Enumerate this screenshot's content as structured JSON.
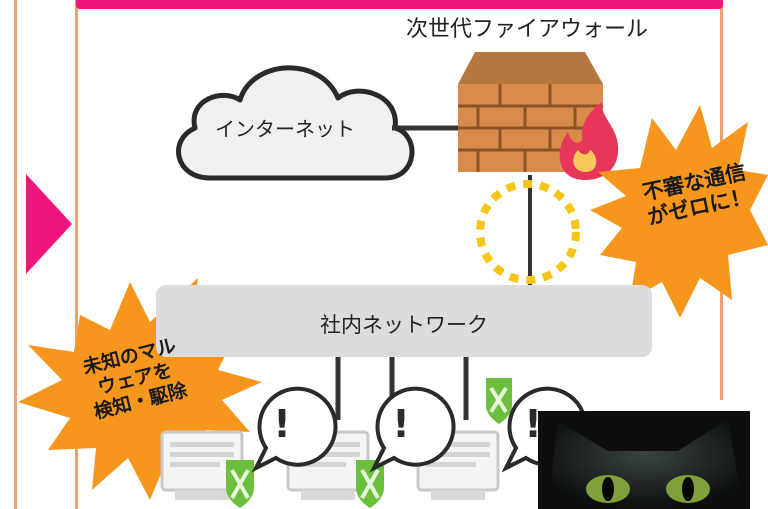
{
  "diagram": {
    "firewall_label": "次世代ファイアウォール",
    "cloud_label": "インターネット",
    "network_label": "社内ネットワーク",
    "burst_right": {
      "line1": "不審な通信",
      "line2": "がゼロに！"
    },
    "burst_left": {
      "line1": "未知のマル",
      "line2": "ウェアを",
      "line3": "検知・駆除"
    },
    "alert_symbol": "!",
    "colors": {
      "accent_pink": "#f0167c",
      "frame_orange": "#f0a070",
      "burst_orange": "#f7961d",
      "dotted_gold": "#f5c518",
      "network_gray": "#dcdcdc",
      "shield_green": "#6cbf3c"
    },
    "icons": [
      "cloud-icon",
      "firewall-brick-icon",
      "fire-icon",
      "computer-icon",
      "shield-icon",
      "alert-bubble-icon"
    ]
  }
}
